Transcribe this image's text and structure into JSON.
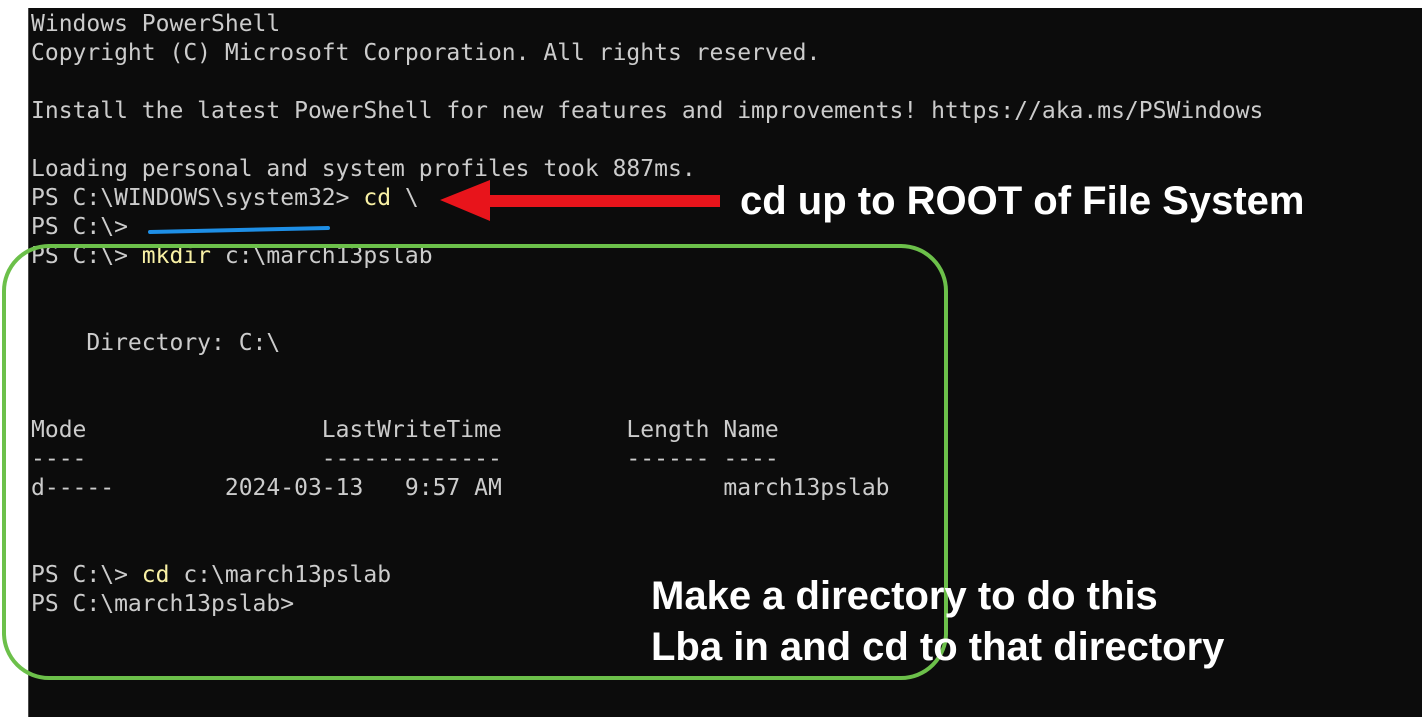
{
  "terminal": {
    "header": {
      "title": "Windows PowerShell",
      "copyright": "Copyright (C) Microsoft Corporation. All rights reserved.",
      "install_notice": "Install the latest PowerShell for new features and improvements! https://aka.ms/PSWindows",
      "profile_load": "Loading personal and system profiles took 887ms."
    },
    "prompt1": {
      "prompt": "PS C:\\WINDOWS\\system32> ",
      "command": "cd",
      "args": " \\"
    },
    "prompt2": {
      "prompt": "PS C:\\> "
    },
    "prompt3": {
      "prompt": "PS C:\\> ",
      "command": "mkdir",
      "args": " c:\\march13pslab"
    },
    "directory_label": "    Directory: C:\\",
    "table": {
      "header": "Mode                 LastWriteTime         Length Name",
      "separator": "----                 -------------         ------ ----",
      "rows": [
        "d-----        2024-03-13   9:57 AM                march13pslab"
      ]
    },
    "prompt4": {
      "prompt": "PS C:\\> ",
      "command": "cd",
      "args": " c:\\march13pslab"
    },
    "prompt5": {
      "prompt": "PS C:\\march13pslab>"
    }
  },
  "annotations": {
    "cd_root": "cd up to ROOT of File System",
    "mkdir_note_line1": "Make a directory to do this",
    "mkdir_note_line2": "Lba in and cd to that directory"
  },
  "colors": {
    "terminal_bg": "#0c0c0c",
    "terminal_text": "#cccccc",
    "command_text": "#f9f1a5",
    "arrow_red": "#e8141b",
    "underline_blue": "#1e8fe6",
    "box_green": "#6cc04a",
    "annotation_text": "#ffffff"
  }
}
